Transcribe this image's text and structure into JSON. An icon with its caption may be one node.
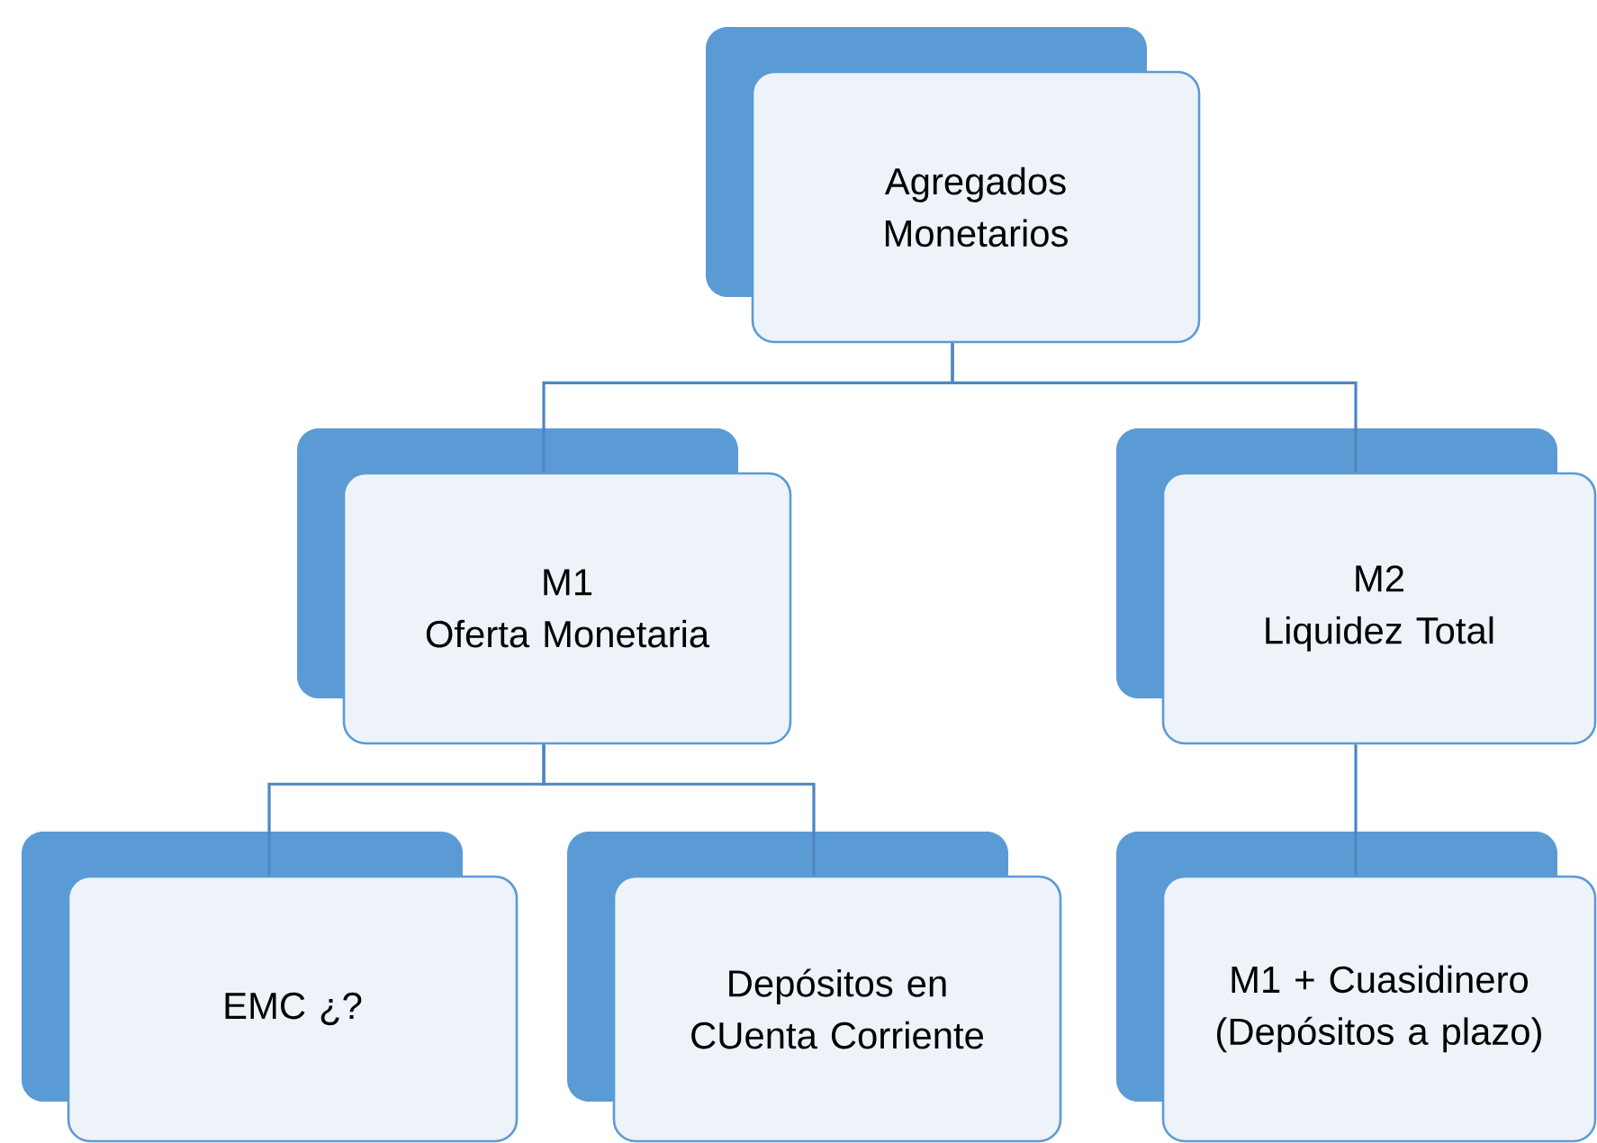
{
  "diagram": {
    "nodes": [
      {
        "text": [
          "Agregados Monetarios"
        ]
      },
      {
        "text": [
          "M1",
          "Oferta Monetaria"
        ]
      },
      {
        "text": [
          "M2",
          "Liquidez Total"
        ]
      },
      {
        "text": [
          "EMC ¿?"
        ]
      },
      {
        "text": [
          "Depósitos en CUenta Corriente"
        ]
      },
      {
        "text": [
          "M1 + Cuasidinero (Depósitos a plazo)"
        ]
      }
    ],
    "edges": [
      {
        "from": 0,
        "to": 1,
        "arrow": "none"
      },
      {
        "from": 0,
        "to": 2,
        "arrow": "none"
      },
      {
        "from": 1,
        "to": 3,
        "arrow": "none"
      },
      {
        "from": 1,
        "to": 4,
        "arrow": "none"
      },
      {
        "from": 2,
        "to": 5,
        "arrow": "none"
      }
    ]
  }
}
